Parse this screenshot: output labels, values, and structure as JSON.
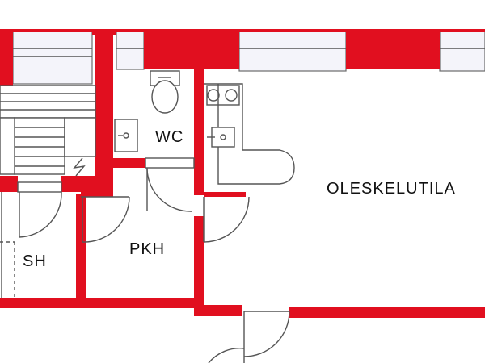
{
  "plan": {
    "wall_color": "#e10f1f",
    "line_color": "#555555",
    "rooms": {
      "wc": "WC",
      "living": "OLESKELUTILA",
      "sauna_shower": "SH",
      "utility": "PKH"
    }
  }
}
